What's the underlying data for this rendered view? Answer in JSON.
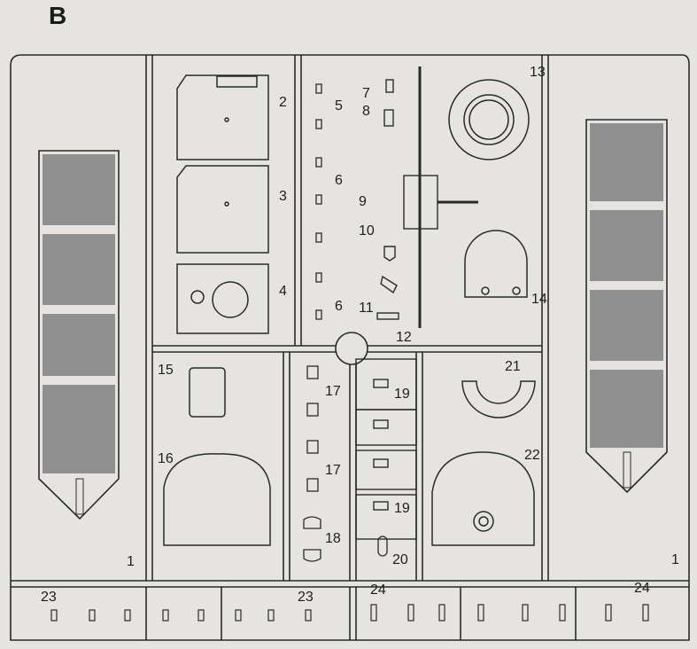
{
  "sheet": {
    "letter": "B"
  },
  "part_numbers": {
    "p1": "1",
    "p2": "2",
    "p3": "3",
    "p4": "4",
    "p5": "5",
    "p6": "6",
    "p7": "7",
    "p8": "8",
    "p9": "9",
    "p10": "10",
    "p11": "11",
    "p12": "12",
    "p13": "13",
    "p14": "14",
    "p15": "15",
    "p16": "16",
    "p17": "17",
    "p18": "18",
    "p19": "19",
    "p20": "20",
    "p21": "21",
    "p22": "22",
    "p23": "23",
    "p24": "24"
  },
  "colors": {
    "background": "#e6e4e1",
    "line": "#2a2a2a",
    "grid": "#555555"
  }
}
